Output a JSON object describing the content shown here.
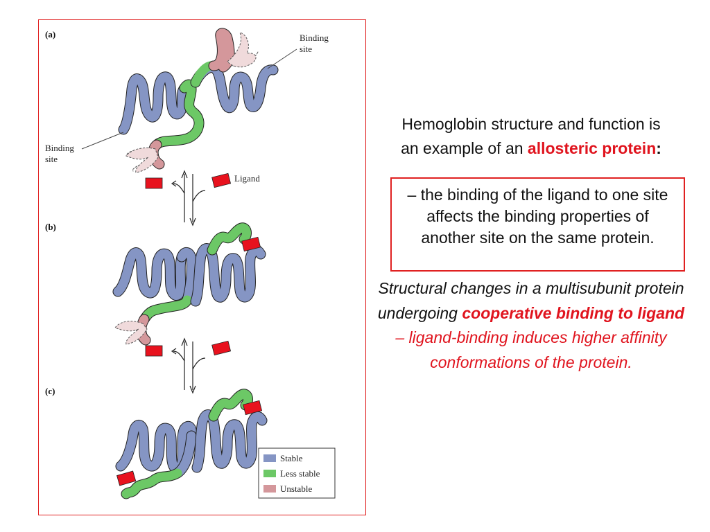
{
  "figure": {
    "panel_labels": [
      "(a)",
      "(b)",
      "(c)"
    ],
    "binding_site_label_top": [
      "Binding",
      "site"
    ],
    "binding_site_label_left": [
      "Binding",
      "site"
    ],
    "ligand_label": "Ligand",
    "legend": [
      {
        "label": "Stable",
        "color": "#8595c4"
      },
      {
        "label": "Less stable",
        "color": "#6cc866"
      },
      {
        "label": "Unstable",
        "color": "#d4979b"
      }
    ],
    "ligand_color": "#e8121e"
  },
  "intro": {
    "line1": "Hemoglobin structure and function is",
    "line2_prefix": "an example of an ",
    "highlight": "allosteric protein",
    "suffix": ":"
  },
  "definition": {
    "text": "– the binding of the ligand to one site affects the binding properties of another site on the same protein."
  },
  "caption": {
    "part1": "Structural changes in a multisubunit protein undergoing ",
    "part2": "cooperative binding to ligand",
    "part3": " – ligand-binding induces higher affinity conformations of the protein."
  },
  "colors": {
    "accent_red": "#e0141e",
    "stable": "#8595c4",
    "less_stable": "#6cc866",
    "unstable": "#d4979b"
  }
}
